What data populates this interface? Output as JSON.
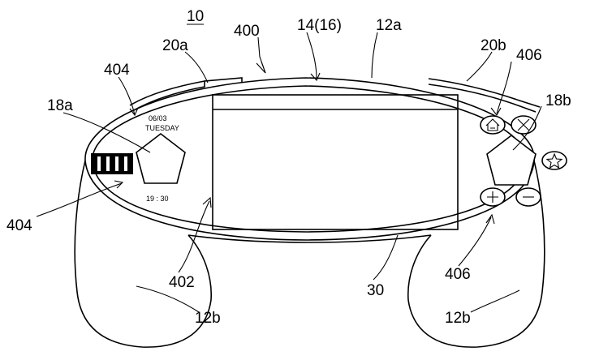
{
  "figure": {
    "title_ref": "10",
    "labels": {
      "housing_top": "400",
      "display": "14(16)",
      "upper_housing": "12a",
      "bumper_left": "20a",
      "bumper_right": "20b",
      "region_left_top": "404",
      "region_right_top": "406",
      "stick_left": "18a",
      "stick_right": "18b",
      "region_left_side": "404",
      "area_402": "402",
      "panel_30": "30",
      "region_right_bottom": "406",
      "grip_left": "12b",
      "grip_right": "12b"
    },
    "screen_text": {
      "date": "06/03",
      "day": "TUESDAY",
      "time": "19 : 30"
    },
    "colors": {
      "line": "#000000",
      "background": "#ffffff",
      "battery_fill": "#000000"
    },
    "icons": [
      "home-icon",
      "close-icon",
      "star-icon",
      "plus-icon",
      "minus-icon",
      "battery-icon",
      "pentagon-stick-icon"
    ]
  }
}
